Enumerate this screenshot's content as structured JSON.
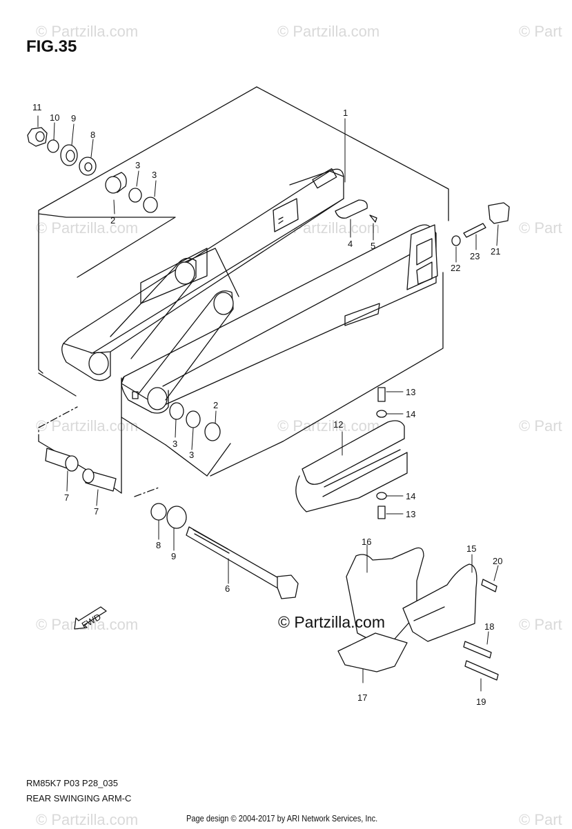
{
  "figure": {
    "title": "FIG.35",
    "code": "RM85K7 P03 P28_035",
    "name": "REAR SWINGING ARM-C"
  },
  "watermarks": {
    "short": "© Part",
    "full": "© Partzilla.com"
  },
  "center_watermark": "© Partzilla.com",
  "credit": "Page design © 2004-2017 by ARI Network Services, Inc.",
  "fwd_label": "FWD",
  "callouts": [
    "1",
    "2",
    "3",
    "3",
    "4",
    "5",
    "2",
    "3",
    "3",
    "6",
    "7",
    "7",
    "8",
    "9",
    "10",
    "11",
    "8",
    "9",
    "12",
    "13",
    "14",
    "14",
    "13",
    "15",
    "16",
    "17",
    "18",
    "19",
    "20",
    "21",
    "22",
    "23"
  ]
}
